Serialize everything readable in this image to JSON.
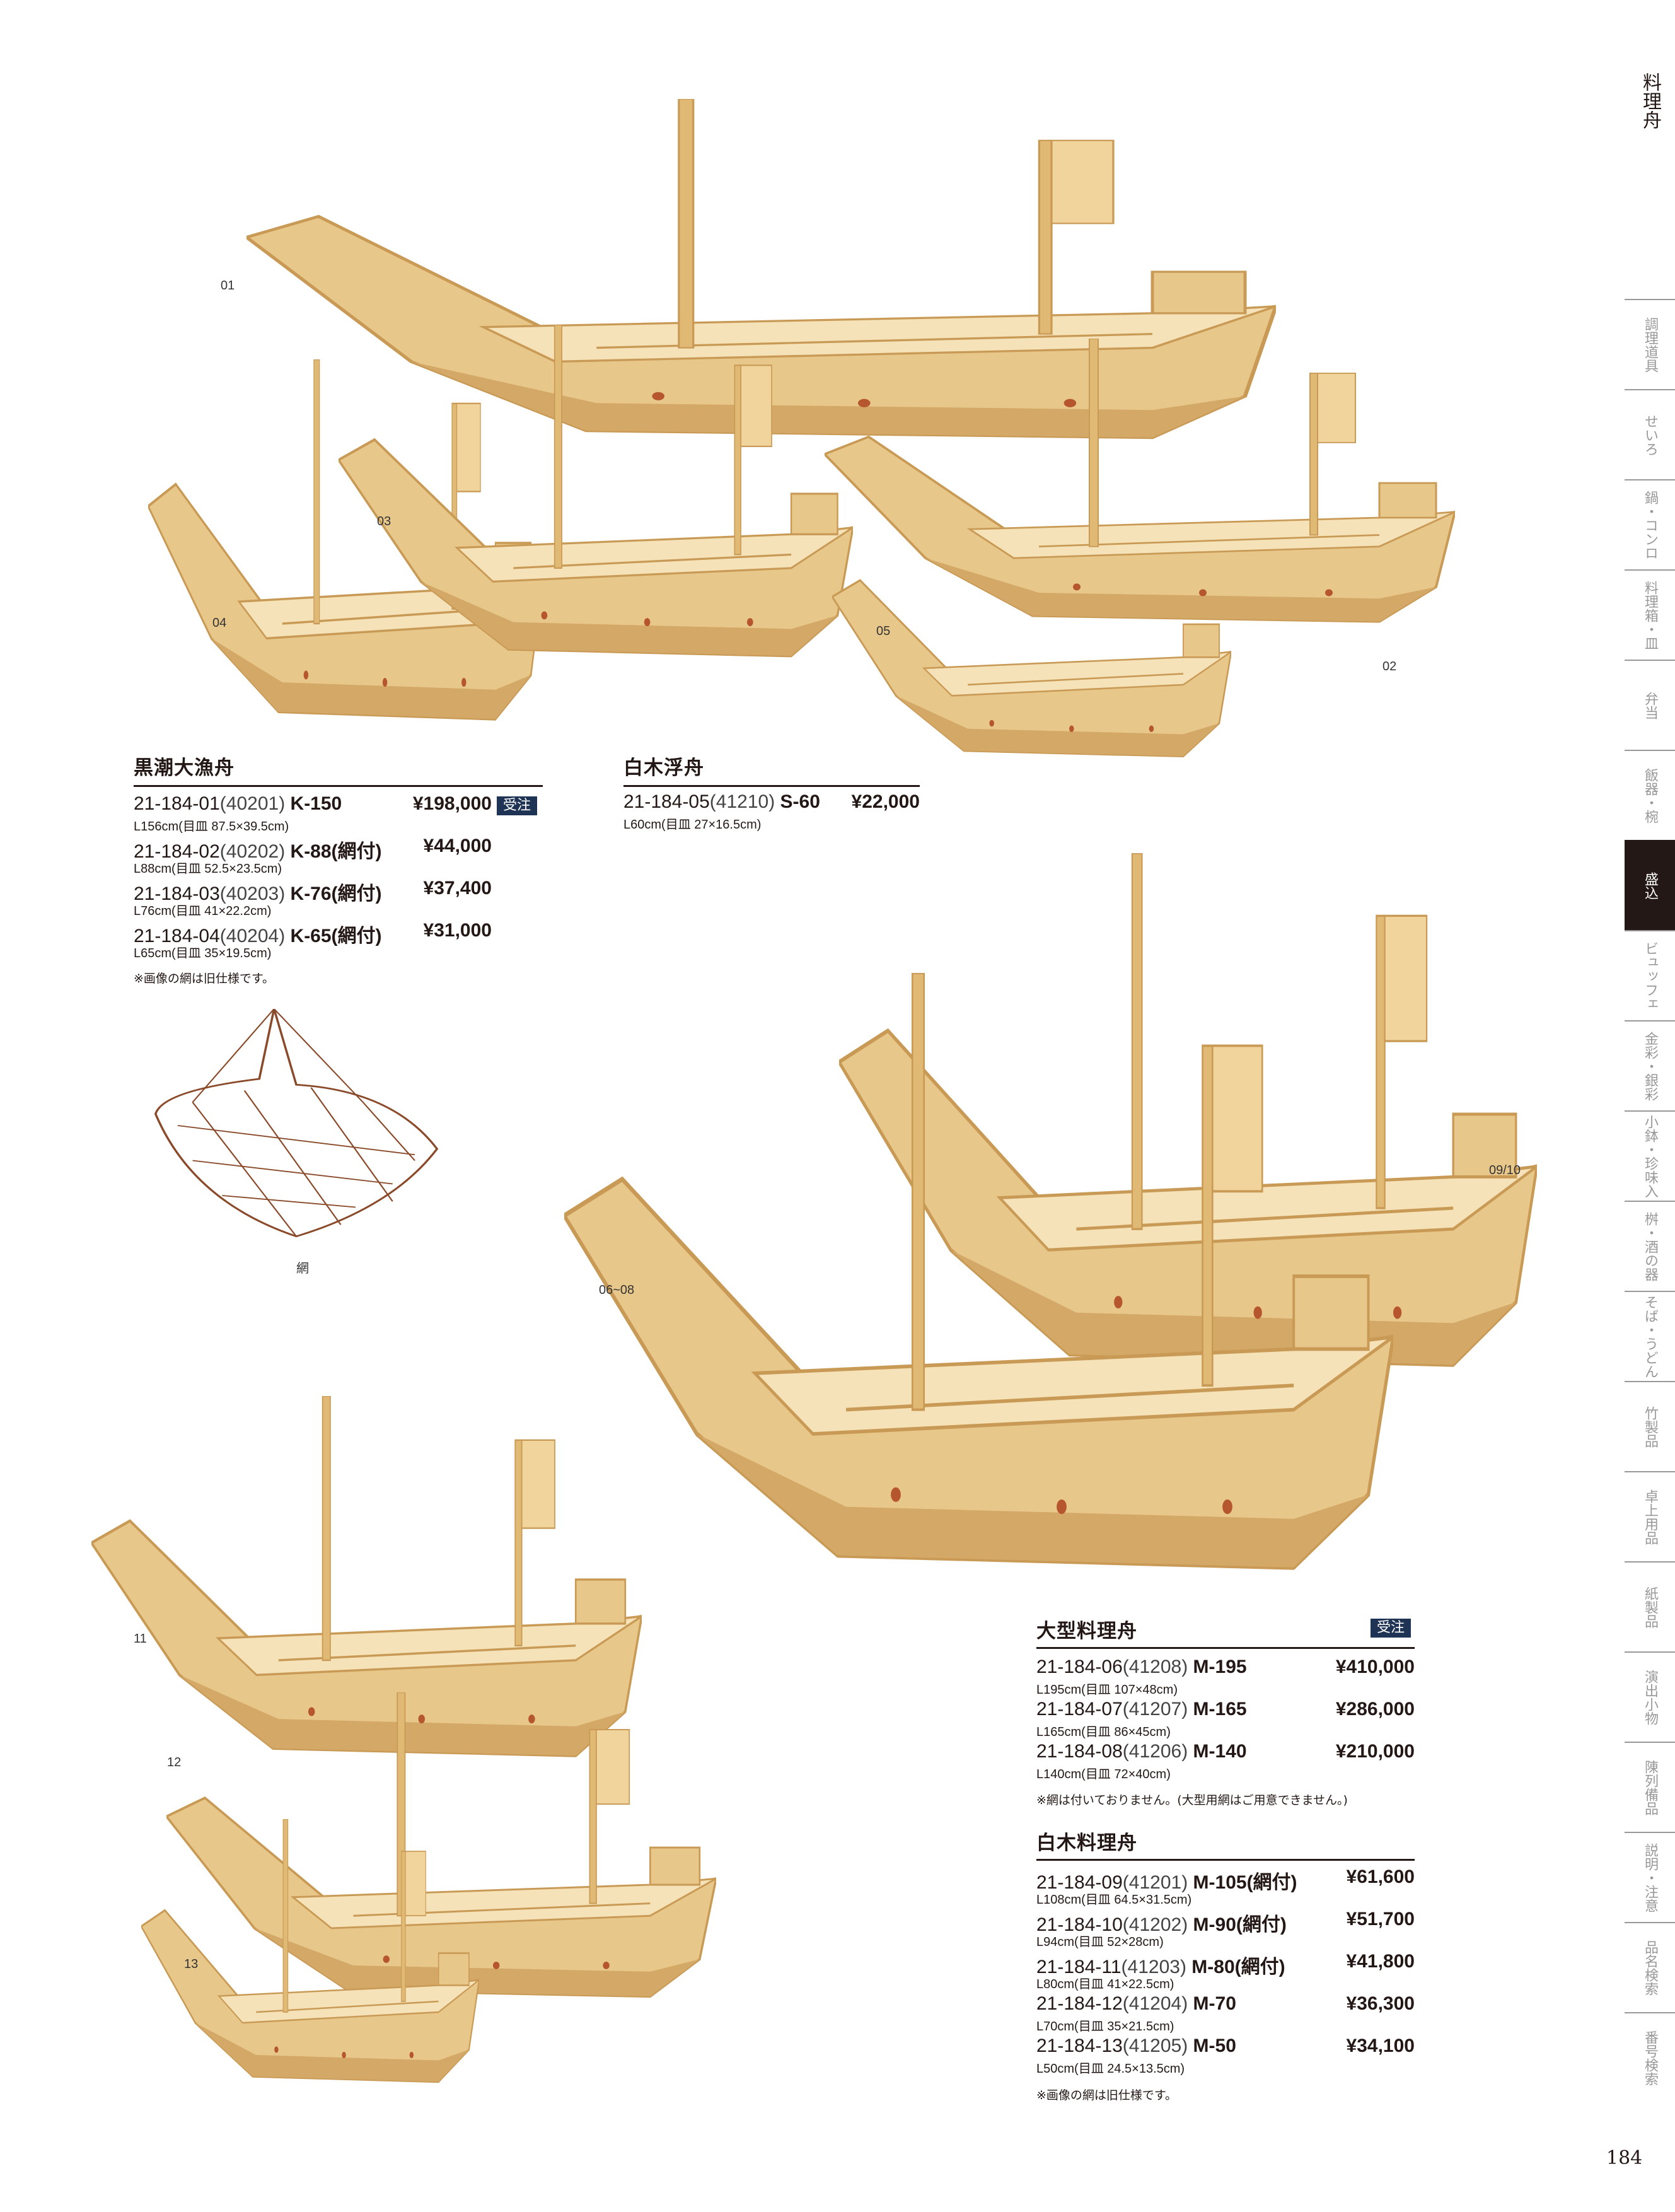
{
  "colors": {
    "wood": "#e8c88a",
    "wood_dark": "#c99a55",
    "wood_light": "#f5e2b8",
    "badge": "#1f3454",
    "net": "#8a4a2a"
  },
  "photo_labels": {
    "b01": "01",
    "b02": "02",
    "b03": "03",
    "b04": "04",
    "b05": "05",
    "b0608": "06~08",
    "b0910": "09/10",
    "b11": "11",
    "b12": "12",
    "b13": "13",
    "net": "網"
  },
  "sections": {
    "kuroshio": {
      "title": "黒潮大漁舟",
      "badge": "受注",
      "items": [
        {
          "code": "21-184-01",
          "paren": "(40201)",
          "model": "K-150",
          "price": "¥198,000",
          "size": "L156cm(目皿 87.5×39.5cm)"
        },
        {
          "code": "21-184-02",
          "paren": "(40202)",
          "model": "K-88(網付)",
          "price": "¥44,000",
          "size": "L88cm(目皿 52.5×23.5cm)"
        },
        {
          "code": "21-184-03",
          "paren": "(40203)",
          "model": "K-76(網付)",
          "price": "¥37,400",
          "size": "L76cm(目皿 41×22.2cm)"
        },
        {
          "code": "21-184-04",
          "paren": "(40204)",
          "model": "K-65(網付)",
          "price": "¥31,000",
          "size": "L65cm(目皿 35×19.5cm)"
        }
      ],
      "note": "※画像の網は旧仕様です。"
    },
    "shiraki_uki": {
      "title": "白木浮舟",
      "items": [
        {
          "code": "21-184-05",
          "paren": "(41210)",
          "model": "S-60",
          "price": "¥22,000",
          "size": "L60cm(目皿 27×16.5cm)"
        }
      ]
    },
    "ogata": {
      "title": "大型料理舟",
      "badge": "受注",
      "items": [
        {
          "code": "21-184-06",
          "paren": "(41208)",
          "model": "M-195",
          "price": "¥410,000",
          "size": "L195cm(目皿 107×48cm)"
        },
        {
          "code": "21-184-07",
          "paren": "(41207)",
          "model": "M-165",
          "price": "¥286,000",
          "size": "L165cm(目皿 86×45cm)"
        },
        {
          "code": "21-184-08",
          "paren": "(41206)",
          "model": "M-140",
          "price": "¥210,000",
          "size": "L140cm(目皿 72×40cm)"
        }
      ],
      "note": "※網は付いておりません。(大型用網はご用意できません。)"
    },
    "shiraki_ryori": {
      "title": "白木料理舟",
      "items": [
        {
          "code": "21-184-09",
          "paren": "(41201)",
          "model": "M-105(網付)",
          "price": "¥61,600",
          "size": "L108cm(目皿 64.5×31.5cm)"
        },
        {
          "code": "21-184-10",
          "paren": "(41202)",
          "model": "M-90(網付)",
          "price": "¥51,700",
          "size": "L94cm(目皿 52×28cm)"
        },
        {
          "code": "21-184-11",
          "paren": "(41203)",
          "model": "M-80(網付)",
          "price": "¥41,800",
          "size": "L80cm(目皿 41×22.5cm)"
        },
        {
          "code": "21-184-12",
          "paren": "(41204)",
          "model": "M-70",
          "price": "¥36,300",
          "size": "L70cm(目皿 35×21.5cm)"
        },
        {
          "code": "21-184-13",
          "paren": "(41205)",
          "model": "M-50",
          "price": "¥34,100",
          "size": "L50cm(目皿 24.5×13.5cm)"
        }
      ],
      "note": "※画像の網は旧仕様です。"
    }
  },
  "sidebar": {
    "heading": "料理舟",
    "active_index": 6,
    "items": [
      "調理道具",
      "せいろ",
      "鍋・コンロ",
      "料理箱・皿",
      "弁当",
      "飯器・椀",
      "盛込",
      "ビュッフェ",
      "金彩・銀彩",
      "小鉢・珍味入",
      "桝・酒の器",
      "そば・うどん",
      "竹製品",
      "卓上用品",
      "紙製品",
      "演出小物",
      "陳列備品",
      "説明・注意",
      "品名検索",
      "番号検索"
    ]
  },
  "page_number": "184"
}
